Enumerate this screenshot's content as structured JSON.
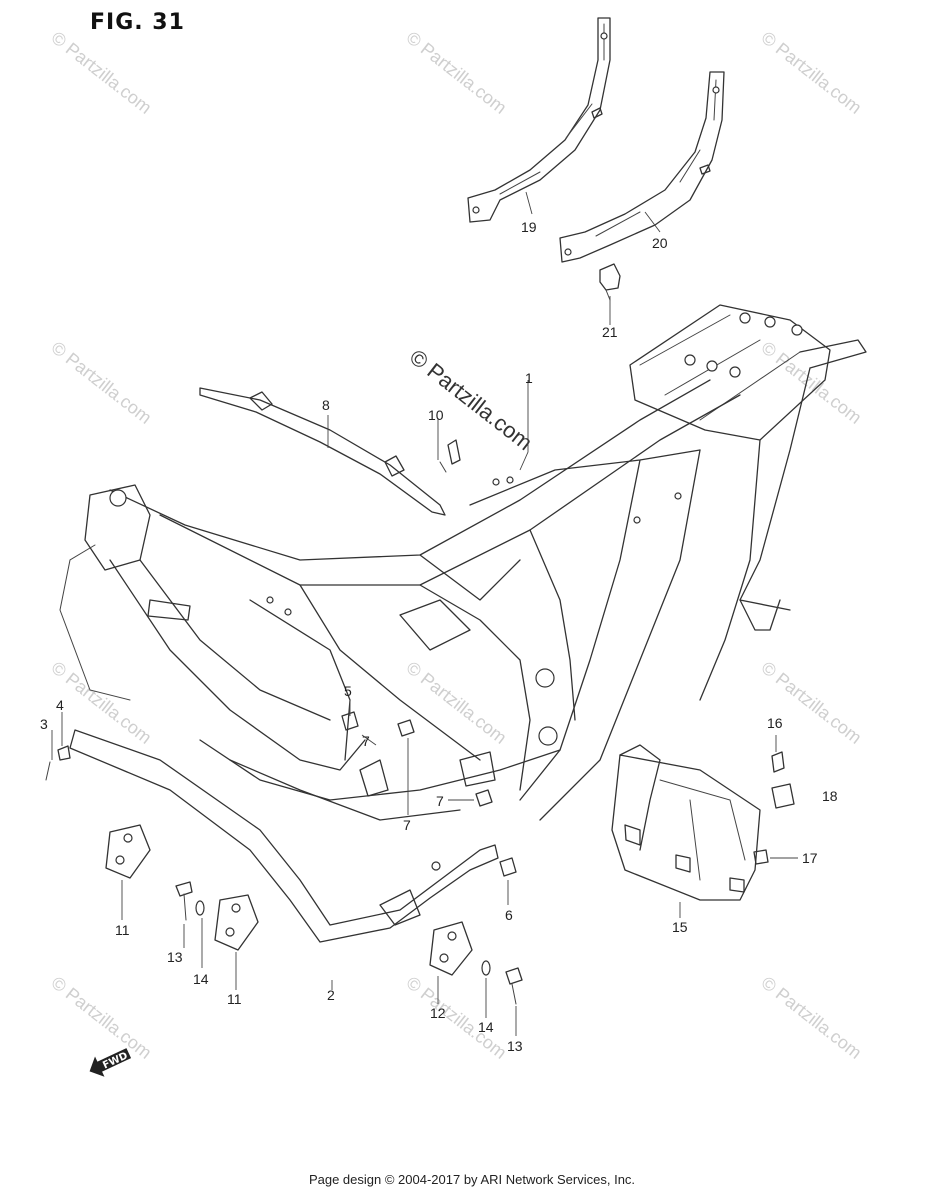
{
  "figure": {
    "title": "FIG. 31"
  },
  "watermark": {
    "small": "© Partzilla.com",
    "large": "© Partzilla.com"
  },
  "callouts": {
    "c1": "1",
    "c2": "2",
    "c3": "3",
    "c4": "4",
    "c5": "5",
    "c6": "6",
    "c7a": "7",
    "c7b": "7",
    "c7c": "7",
    "c8": "8",
    "c10": "10",
    "c11a": "11",
    "c11b": "11",
    "c12": "12",
    "c13a": "13",
    "c13b": "13",
    "c14a": "14",
    "c14b": "14",
    "c15": "15",
    "c16": "16",
    "c17": "17",
    "c18": "18",
    "c19": "19",
    "c20": "20",
    "c21": "21"
  },
  "fwd_label": "FWD",
  "footer": {
    "text": "Page design © 2004-2017 by ARI Network Services, Inc."
  }
}
